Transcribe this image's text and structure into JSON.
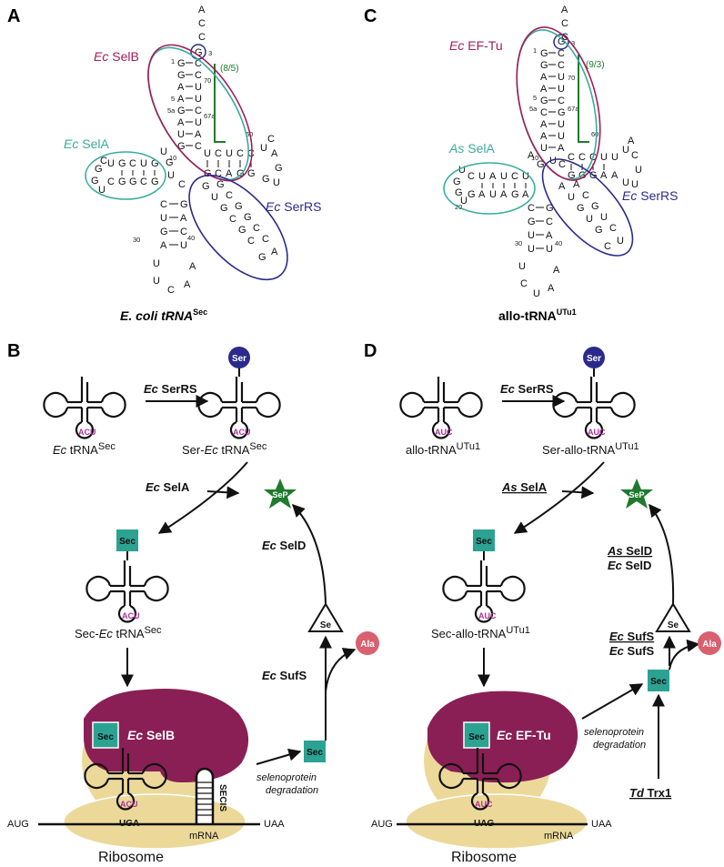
{
  "panels": {
    "a": "A",
    "b": "B",
    "c": "C",
    "d": "D"
  },
  "colors": {
    "magenta": "#a31d5a",
    "teal": "#3aab9c",
    "navy": "#2b2a8c",
    "green": "#1f7a2e",
    "ribosome": "#ecd99a",
    "protein": "#8a1f55",
    "sec_box": "#2ba292",
    "ala": "#d9606f",
    "anticodon": "#b2309e"
  },
  "structA": {
    "title_main": "E. coli tRNA",
    "title_sup": "Sec",
    "selb_org": "Ec",
    "selb_name": "SelB",
    "sela_org": "Ec",
    "sela_name": "SelA",
    "serrs_org": "Ec",
    "serrs_name": "SerRS",
    "ratio": "(8/5)",
    "tail": [
      "A",
      "C",
      "C"
    ],
    "disc": "G",
    "acc5": [
      "G",
      "G",
      "A",
      "A",
      "G",
      "A",
      "U",
      "G"
    ],
    "acc3": [
      "C",
      "C",
      "U",
      "U",
      "C",
      "U",
      "A",
      "C"
    ],
    "n1": "1",
    "n3": "3",
    "n5": "5",
    "n5a": "5a",
    "n70": "70",
    "n67a": "67a",
    "n10": "10",
    "n50": "50",
    "n40": "40",
    "n30": "30",
    "t_top": [
      "U",
      "C",
      "U",
      "C",
      "C"
    ],
    "t_bot": [
      "G",
      "C",
      "A",
      "G",
      "G"
    ],
    "t_loop": [
      "U",
      "C",
      "A",
      "G",
      "U",
      "G"
    ],
    "d_top": [
      "U",
      "G",
      "C",
      "U",
      "G"
    ],
    "d_bot": [
      "C",
      "G",
      "G",
      "C",
      "G"
    ],
    "d_loop": [
      "G",
      "C",
      "G",
      "U"
    ],
    "v_arm5": [
      "G",
      "U",
      "G",
      "C",
      "G",
      "C"
    ],
    "v_arm3": [
      "G",
      "C",
      "G",
      "G",
      "C",
      "C"
    ],
    "v_loop": [
      "G",
      "A"
    ],
    "ac5": [
      "C",
      "U",
      "G",
      "A"
    ],
    "ac3": [
      "G",
      "A",
      "C",
      "U"
    ],
    "ac_loop": [
      "U",
      "U",
      "C",
      "A",
      "A"
    ],
    "mid": [
      "U",
      "G",
      "U",
      "C"
    ]
  },
  "structC": {
    "title_main": "allo-tRNA",
    "title_sup": "UTu1",
    "eftu_org": "Ec",
    "eftu_name": "EF-Tu",
    "sela_org": "As",
    "sela_name": "SelA",
    "serrs_org": "Ec",
    "serrs_name": "SerRS",
    "ratio": "(9/3)",
    "tail": [
      "A",
      "C",
      "C"
    ],
    "disc": "G",
    "acc5": [
      "G",
      "G",
      "A",
      "A",
      "G",
      "C",
      "A",
      "A",
      "U"
    ],
    "acc3": [
      "C",
      "C",
      "U",
      "U",
      "C",
      "G",
      "U",
      "U",
      "A"
    ],
    "n1": "1",
    "n3": "3",
    "n5": "5",
    "n5a": "5a",
    "n70": "70",
    "n67a": "67a",
    "n10": "10",
    "n60": "60",
    "n40": "40",
    "n30": "30",
    "n20": "20",
    "t_top": [
      "C",
      "C",
      "C",
      "U",
      "U"
    ],
    "t_bot": [
      "G",
      "G",
      "G",
      "A",
      "A"
    ],
    "t_loop": [
      "U",
      "A",
      "C",
      "U",
      "U",
      "U"
    ],
    "d_top": [
      "C",
      "U",
      "A",
      "U",
      "C",
      "U"
    ],
    "d_bot": [
      "G",
      "A",
      "U",
      "A",
      "G",
      "A"
    ],
    "d_loop": [
      "U",
      "G",
      "G",
      "U"
    ],
    "v_arm5": [
      "A",
      "U",
      "G",
      "U",
      "G"
    ],
    "v_arm3": [
      "A",
      "C",
      "G",
      "U",
      "C"
    ],
    "v_loop": [
      "C",
      "U"
    ],
    "ac5": [
      "C",
      "G",
      "U",
      "U"
    ],
    "ac3": [
      "G",
      "C",
      "A",
      "U"
    ],
    "ac_loop": [
      "U",
      "C",
      "U",
      "A",
      "A"
    ],
    "mid": [
      "A",
      "G",
      "U",
      "C"
    ]
  },
  "pathB": {
    "ser": "Ser",
    "sec": "Sec",
    "sep": "SeP",
    "se": "Se",
    "ala": "Ala",
    "anticodon": "ACU",
    "codon": "UGA",
    "enz1_org": "Ec",
    "enz1_name": "SerRS",
    "trna1_org": "Ec",
    "trna1_name": "tRNA",
    "trna1_sup": "Sec",
    "trna2_pre": "Ser-",
    "trna2_org": "Ec",
    "trna2_name": "tRNA",
    "trna2_sup": "Sec",
    "sela_org": "Ec",
    "sela_name": "SelA",
    "seld_org": "Ec",
    "seld_name": "SelD",
    "sufs_org": "Ec",
    "sufs_name": "SufS",
    "trna3_pre": "Sec-",
    "trna3_org": "Ec",
    "trna3_name": "tRNA",
    "trna3_sup": "Sec",
    "factor_org": "Ec",
    "factor_name": "SelB",
    "secis": "SECIS",
    "aug": "AUG",
    "uaa": "UAA",
    "mrna": "mRNA",
    "ribosome": "Ribosome",
    "degr1": "selenoprotein",
    "degr2": "degradation"
  },
  "pathD": {
    "ser": "Ser",
    "sec": "Sec",
    "sep": "SeP",
    "se": "Se",
    "ala": "Ala",
    "anticodon": "AUC",
    "codon": "UAG",
    "enz1_org": "Ec",
    "enz1_name": "SerRS",
    "trna1_name": "allo-tRNA",
    "trna1_sup": "UTu1",
    "trna2_name": "Ser-allo-tRNA",
    "trna2_sup": "UTu1",
    "sela_org": "As",
    "sela_name": "SelA",
    "seld1_org": "As",
    "seld1_name": "SelD",
    "seld2_org": "Ec",
    "seld2_name": "SelD",
    "sufs1_org": "Ec",
    "sufs1_name": "SufS",
    "sufs2_org": "Ec",
    "sufs2_name": "SufS",
    "trx_org": "Td",
    "trx_name": "Trx1",
    "trna3_name": "Sec-allo-tRNA",
    "trna3_sup": "UTu1",
    "factor_org": "Ec",
    "factor_name": "EF-Tu",
    "aug": "AUG",
    "uaa": "UAA",
    "mrna": "mRNA",
    "ribosome": "Ribosome",
    "degr1": "selenoprotein",
    "degr2": "degradation"
  }
}
